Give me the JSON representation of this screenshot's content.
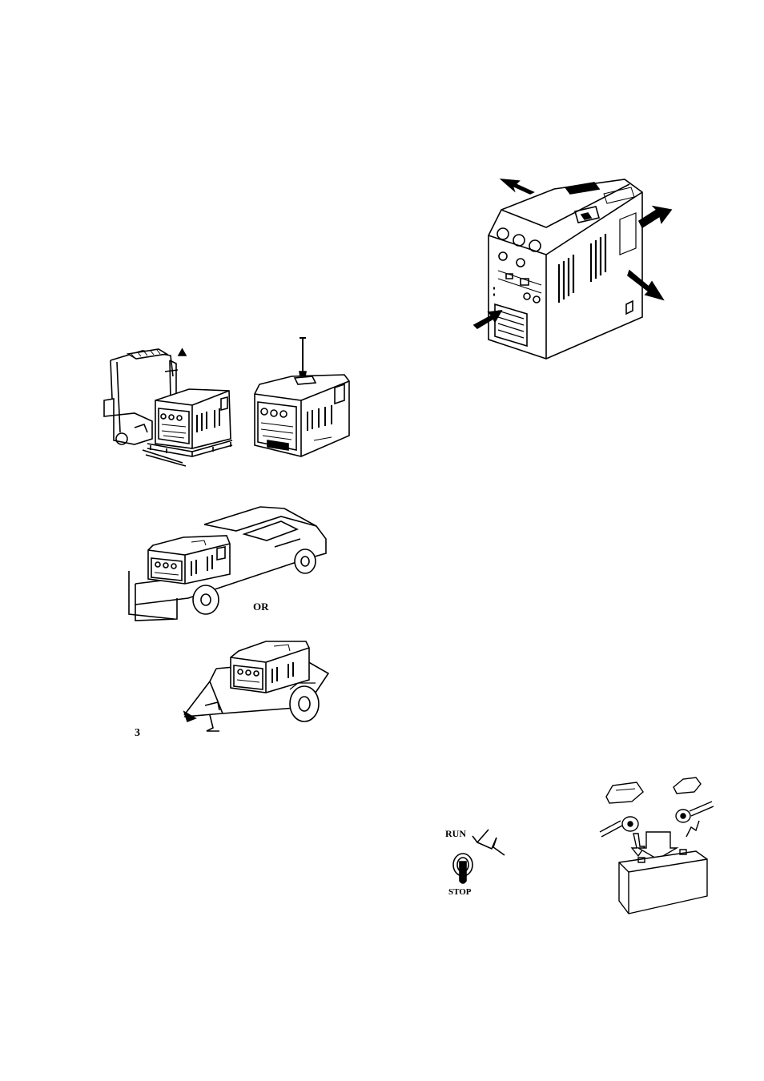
{
  "page": {
    "background": "#ffffff",
    "ink": "#000000"
  },
  "labels": {
    "or": "OR",
    "figure_number": "3",
    "run": "RUN",
    "stop": "STOP"
  },
  "illustrations": [
    {
      "name": "forklift-lifting-welder-illustration"
    },
    {
      "name": "crane-hook-lifting-welder-illustration"
    },
    {
      "name": "welder-in-pickup-truck-illustration"
    },
    {
      "name": "welder-on-trailer-illustration"
    },
    {
      "name": "welder-airflow-arrows-illustration"
    },
    {
      "name": "run-stop-switch-illustration"
    },
    {
      "name": "battery-cable-connection-illustration"
    }
  ]
}
